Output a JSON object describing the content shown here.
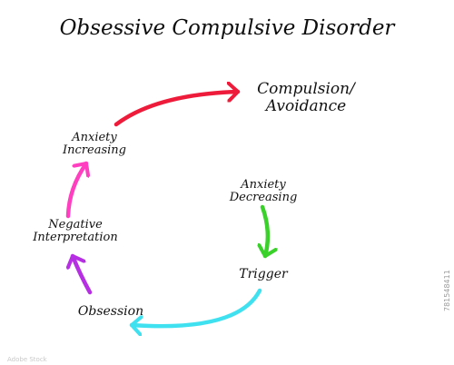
{
  "diagram": {
    "title": "Obsessive Compulsive Disorder",
    "nodes": {
      "compulsion": {
        "line1": "Compulsion/",
        "line2": "Avoidance"
      },
      "anxiety_increasing": {
        "line1": "Anxiety",
        "line2": "Increasing"
      },
      "anxiety_decreasing": {
        "line1": "Anxiety",
        "line2": "Decreasing"
      },
      "negative_interpretation": {
        "line1": "Negative",
        "line2": "Interpretation"
      },
      "trigger": {
        "line1": "Trigger"
      },
      "obsession": {
        "line1": "Obsession"
      }
    },
    "arrows": [
      {
        "from": "anxiety_increasing",
        "to": "compulsion",
        "color": "#ee1c3a"
      },
      {
        "from": "anxiety_decreasing",
        "to": "trigger",
        "color": "#3bd12b"
      },
      {
        "from": "trigger",
        "to": "obsession",
        "color": "#3fe0ef"
      },
      {
        "from": "obsession",
        "to": "negative_interpretation",
        "color": "#b62fe3"
      },
      {
        "from": "negative_interpretation",
        "to": "anxiety_increasing",
        "color": "#ff3fbf"
      }
    ]
  },
  "stock_id": "781548411",
  "stock_watermark": "Adobe Stock"
}
